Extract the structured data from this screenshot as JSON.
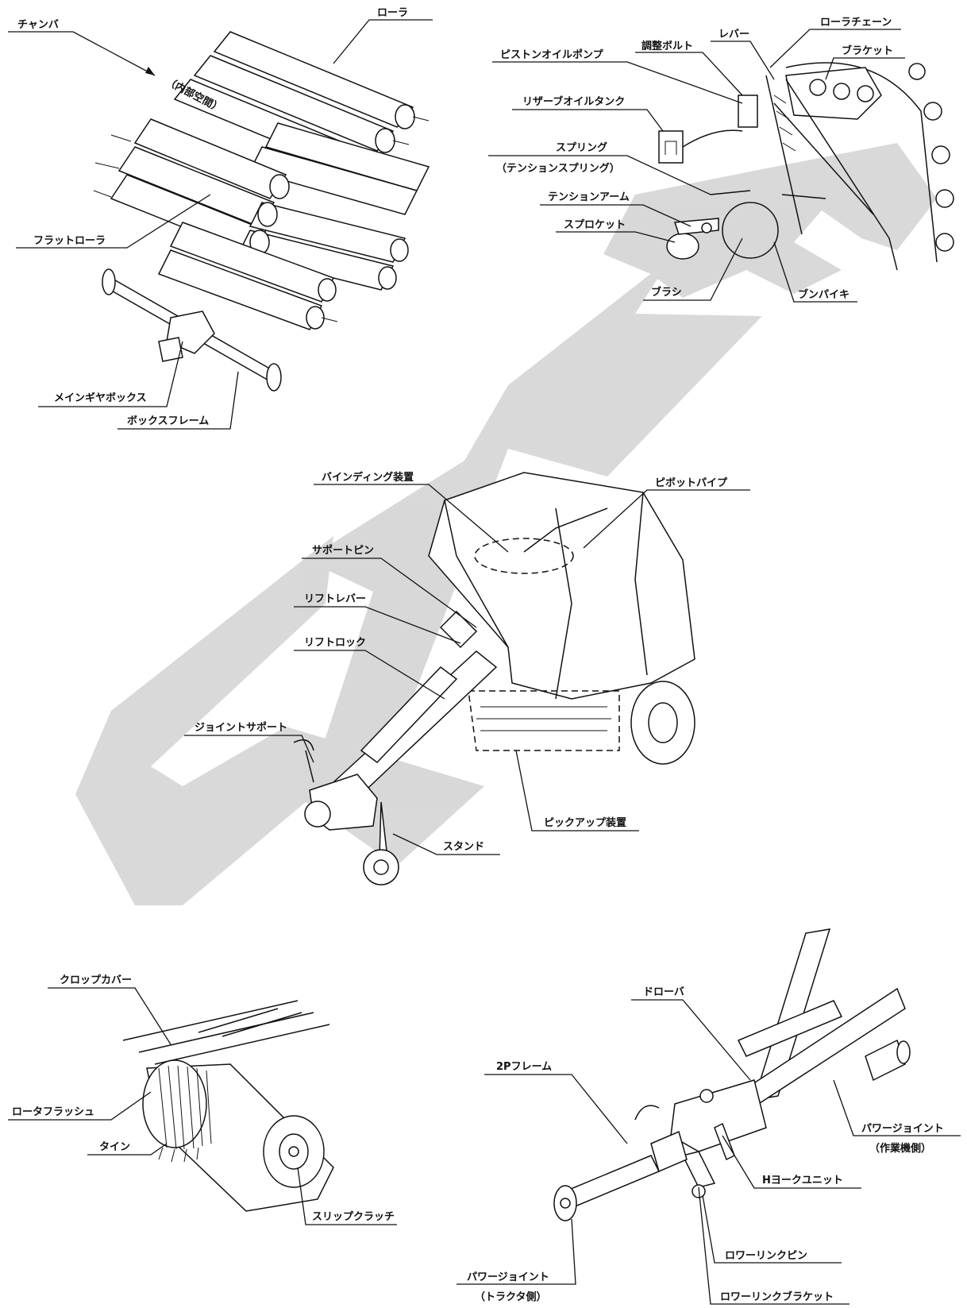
{
  "watermark": {
    "color": "#d2d2d2"
  },
  "sections": {
    "chamber": {
      "labels": {
        "chamber": "チャンバ",
        "roller": "ローラ",
        "inner_space": "（内部空間）",
        "flat_roller": "フラットローラ",
        "main_gearbox": "メインギヤボックス",
        "box_frame": "ボックスフレーム"
      }
    },
    "lubrication": {
      "labels": {
        "piston_oil_pump": "ピストンオイルポンプ",
        "adjust_bolt": "調整ボルト",
        "lever": "レバー",
        "roller_chain": "ローラチェーン",
        "bracket": "ブラケット",
        "reserve_oil_tank": "リザーブオイルタンク",
        "spring": "スプリング",
        "tension_spring": "（テンションスプリング）",
        "tension_arm": "テンションアーム",
        "sprocket": "スプロケット",
        "brush": "ブラシ",
        "bumper": "ブンパイキ"
      }
    },
    "baler": {
      "labels": {
        "binding_device": "バインディング装置",
        "pivot_pipe": "ピボットパイプ",
        "support_pin": "サポートピン",
        "lift_lever": "リフトレバー",
        "lift_lock": "リフトロック",
        "joint_support": "ジョイントサポート",
        "pickup_device": "ピックアップ装置",
        "stand": "スタンド"
      }
    },
    "pickup": {
      "labels": {
        "crop_cover": "クロップカバー",
        "rotor_flush": "ロータフラッシュ",
        "tine": "タイン",
        "slip_clutch": "スリップクラッチ"
      }
    },
    "drawbar": {
      "labels": {
        "drawbar": "ドローバ",
        "frame_2p": "2Pフレーム",
        "power_joint_implement": "パワージョイント",
        "implement_side": "（作業機側）",
        "h_yoke_unit": "Hヨークユニット",
        "lower_link_pin": "ロワーリンクピン",
        "power_joint_tractor": "パワージョイント",
        "tractor_side": "（トラクタ側）",
        "lower_link_bracket": "ロワーリンクブラケット"
      }
    }
  }
}
